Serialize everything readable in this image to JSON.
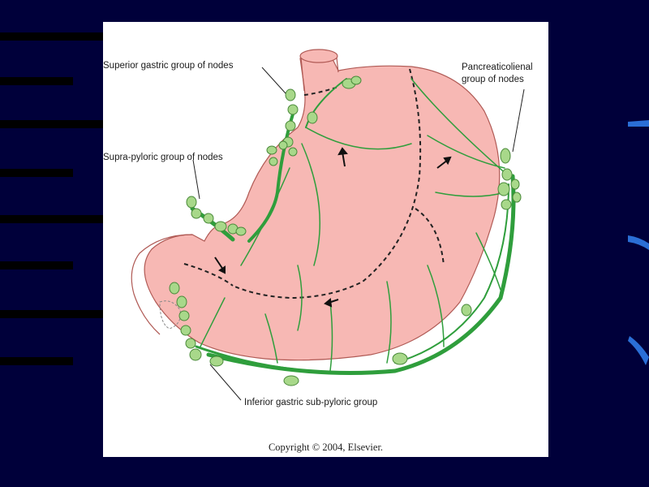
{
  "labels": {
    "superior_gastric": "Superior gastric group of nodes",
    "pancreaticolienal_line1": "Pancreaticolienal",
    "pancreaticolienal_line2": "group of nodes",
    "supra_pyloric": "Supra-pyloric group of nodes",
    "inferior_gastric": "Inferior gastric sub-pyloric group"
  },
  "copyright": "Copyright © 2004, Elsevier.",
  "colors": {
    "background": "#00003a",
    "stomach_fill": "#f7b8b4",
    "vessel_green": "#2f9e3c",
    "node_fill": "#a8d88a",
    "accent_blue": "#2b6fd6"
  }
}
